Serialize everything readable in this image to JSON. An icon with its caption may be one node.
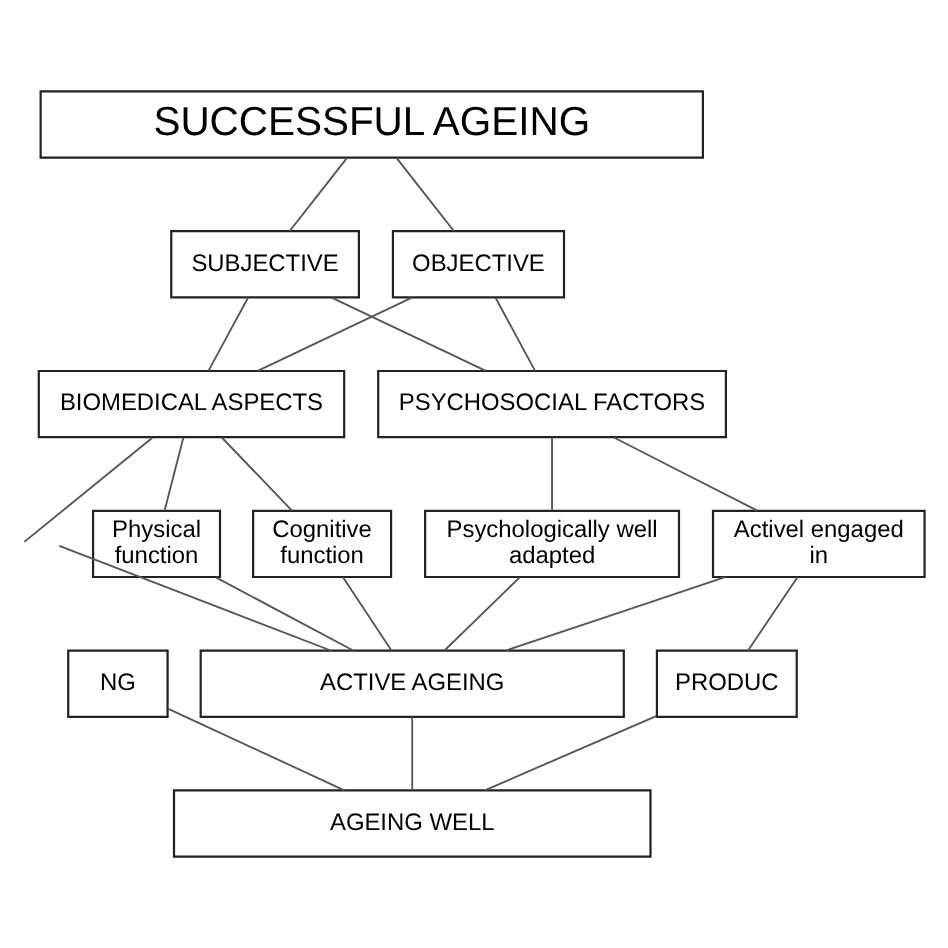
{
  "diagram": {
    "nodes": [
      {
        "text": [
          "SUCCESSFUL AGEING"
        ]
      },
      {
        "text": [
          "SUBJECTIVE"
        ]
      },
      {
        "text": [
          "OBJECTIVE"
        ]
      },
      {
        "text": [
          "BIOMEDICAL ASPECTS"
        ]
      },
      {
        "text": [
          "PSYCHOSOCIAL FACTORS"
        ]
      },
      {
        "text": [
          "Physical function"
        ]
      },
      {
        "text": [
          "Cognitive function"
        ]
      },
      {
        "text": [
          "Psychologically well adapted"
        ]
      },
      {
        "text": [
          "Activel engaged in"
        ]
      },
      {
        "text": [
          "NG"
        ]
      },
      {
        "text": [
          "ACTIVE AGEING"
        ]
      },
      {
        "text": [
          "PRODUC"
        ]
      },
      {
        "text": [
          "AGEING WELL"
        ]
      }
    ],
    "edges": [
      {
        "from": 0,
        "to": 1,
        "arrow": "none"
      },
      {
        "from": 0,
        "to": 2,
        "arrow": "none"
      },
      {
        "from": 1,
        "to": 3,
        "arrow": "none"
      },
      {
        "from": 1,
        "to": 4,
        "arrow": "none"
      },
      {
        "from": 2,
        "to": 3,
        "arrow": "none"
      },
      {
        "from": 2,
        "to": 4,
        "arrow": "none"
      },
      {
        "from": 3,
        "to": null,
        "arrow": "none"
      },
      {
        "from": 3,
        "to": 5,
        "arrow": "none"
      },
      {
        "from": 3,
        "to": 6,
        "arrow": "none"
      },
      {
        "from": 4,
        "to": 7,
        "arrow": "none"
      },
      {
        "from": 4,
        "to": 8,
        "arrow": "none"
      },
      {
        "from": null,
        "to": 10,
        "arrow": "none"
      },
      {
        "from": 5,
        "to": 10,
        "arrow": "none"
      },
      {
        "from": 6,
        "to": 10,
        "arrow": "none"
      },
      {
        "from": 7,
        "to": 10,
        "arrow": "none"
      },
      {
        "from": 8,
        "to": 10,
        "arrow": "none"
      },
      {
        "from": 8,
        "to": 11,
        "arrow": "none"
      },
      {
        "from": 9,
        "to": 12,
        "arrow": "none"
      },
      {
        "from": 10,
        "to": 12,
        "arrow": "none"
      },
      {
        "from": 11,
        "to": 12,
        "arrow": "none"
      }
    ]
  }
}
